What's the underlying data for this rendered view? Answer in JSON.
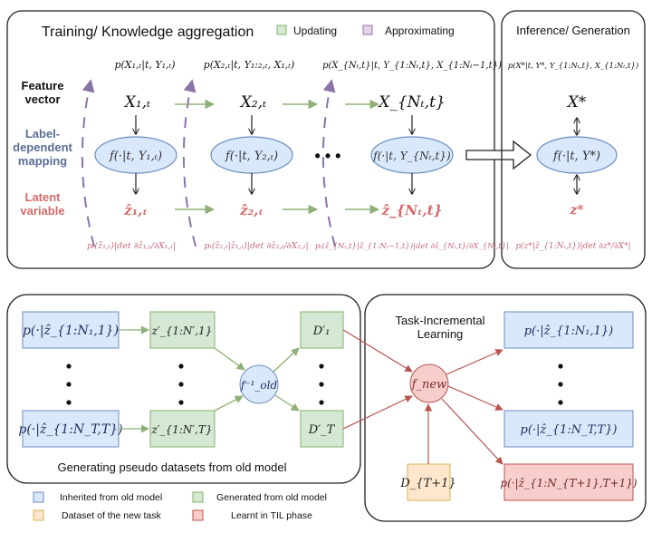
{
  "colors": {
    "blue_fill": "#dae8fc",
    "blue_stroke": "#6c8ebf",
    "green_fill": "#d5e8d4",
    "green_stroke": "#82b366",
    "orange_fill": "#ffe6cc",
    "orange_stroke": "#d6b656",
    "red_fill": "#f8cecc",
    "red_stroke": "#b85450",
    "purple_fill": "#e1d5e7",
    "purple_stroke": "#9673a6",
    "latent_red": "#d46a6a",
    "mapping_blue": "#5a6e96"
  },
  "training": {
    "title": "Training/ Knowledge aggregation",
    "legend": [
      {
        "label": "Updating",
        "color": "green"
      },
      {
        "label": "Approximating",
        "color": "purple"
      }
    ],
    "row_labels": {
      "feature": [
        "Feature",
        "vector"
      ],
      "mapping": [
        "Label-",
        "dependent",
        "mapping"
      ],
      "latent": [
        "Latent",
        "variable"
      ]
    },
    "columns": [
      {
        "prob": "p(X₁,ₜ|t, Y₁,ₜ)",
        "x": "X₁,ₜ",
        "f": "f(·|t, Y₁,ₜ)",
        "z": "ẑ₁,ₜ",
        "density": "pₜ(ẑ₁,ₜ)|det ∂ẑ₁,ₜ/∂X₁,ₜ|"
      },
      {
        "prob": "p(X₂,ₜ|t, Y₁:₂,ₜ, X₁,ₜ)",
        "x": "X₂,ₜ",
        "f": "f(·|t, Y₂,ₜ)",
        "z": "ẑ₂,ₜ",
        "density": "pₜ(ẑ₂,ₜ|ẑ₁,ₜ)|det ∂ẑ₂,ₜ/∂X₂,ₜ|"
      },
      {
        "prob": "p(X_{Nₜ,t}|t, Y_{1:Nₜ,t}, X_{1:Nₜ−1,t})",
        "x": "X_{Nₜ,t}",
        "f": "f(·|t, Y_{Nₜ,t})",
        "z": "ẑ_{Nₜ,t}",
        "density": "pₜ(ẑ_{Nₜ,t}|ẑ_{1:Nₜ−1,t})|det ∂ẑ_{Nₜ,t}/∂X_{Nₜ,t}|"
      }
    ],
    "ellipsis": "• • •"
  },
  "inference": {
    "title": "Inference/ Generation",
    "prob": "p(X*|t, Y*, Y_{1:Nₜ,t}, X_{1:Nₜ,t})",
    "x": "X*",
    "f": "f(·|t, Y*)",
    "z": "z*",
    "density": "p(z*|ẑ_{1:Nₜ,t})|det ∂z*/∂X*|"
  },
  "pseudo": {
    "title": "Generating pseudo datasets from old model",
    "priors": [
      "p(·|ẑ_{1:N₁,1})",
      "p(·|ẑ_{1:N_T,T})"
    ],
    "latents": [
      "z′_{1:N′,1}",
      "z′_{1:N′,T}"
    ],
    "inverse": "f⁻¹_old",
    "datasets": [
      "D′₁",
      "D′_T"
    ]
  },
  "til": {
    "title": [
      "Task-Incremental",
      "Learning"
    ],
    "model": "f_new",
    "new_dataset": "D_{T+1}",
    "outputs": [
      "p(·|ẑ_{1:N₁,1})",
      "p(·|ẑ_{1:N_T,T})",
      "p(·|ẑ_{1:N_{T+1},T+1})"
    ]
  },
  "legend": [
    {
      "label": "Inherited from old model",
      "color": "blue"
    },
    {
      "label": "Generated from old model",
      "color": "green"
    },
    {
      "label": "Dataset of the new task",
      "color": "orange"
    },
    {
      "label": "Learnt in TIL phase",
      "color": "red"
    }
  ]
}
